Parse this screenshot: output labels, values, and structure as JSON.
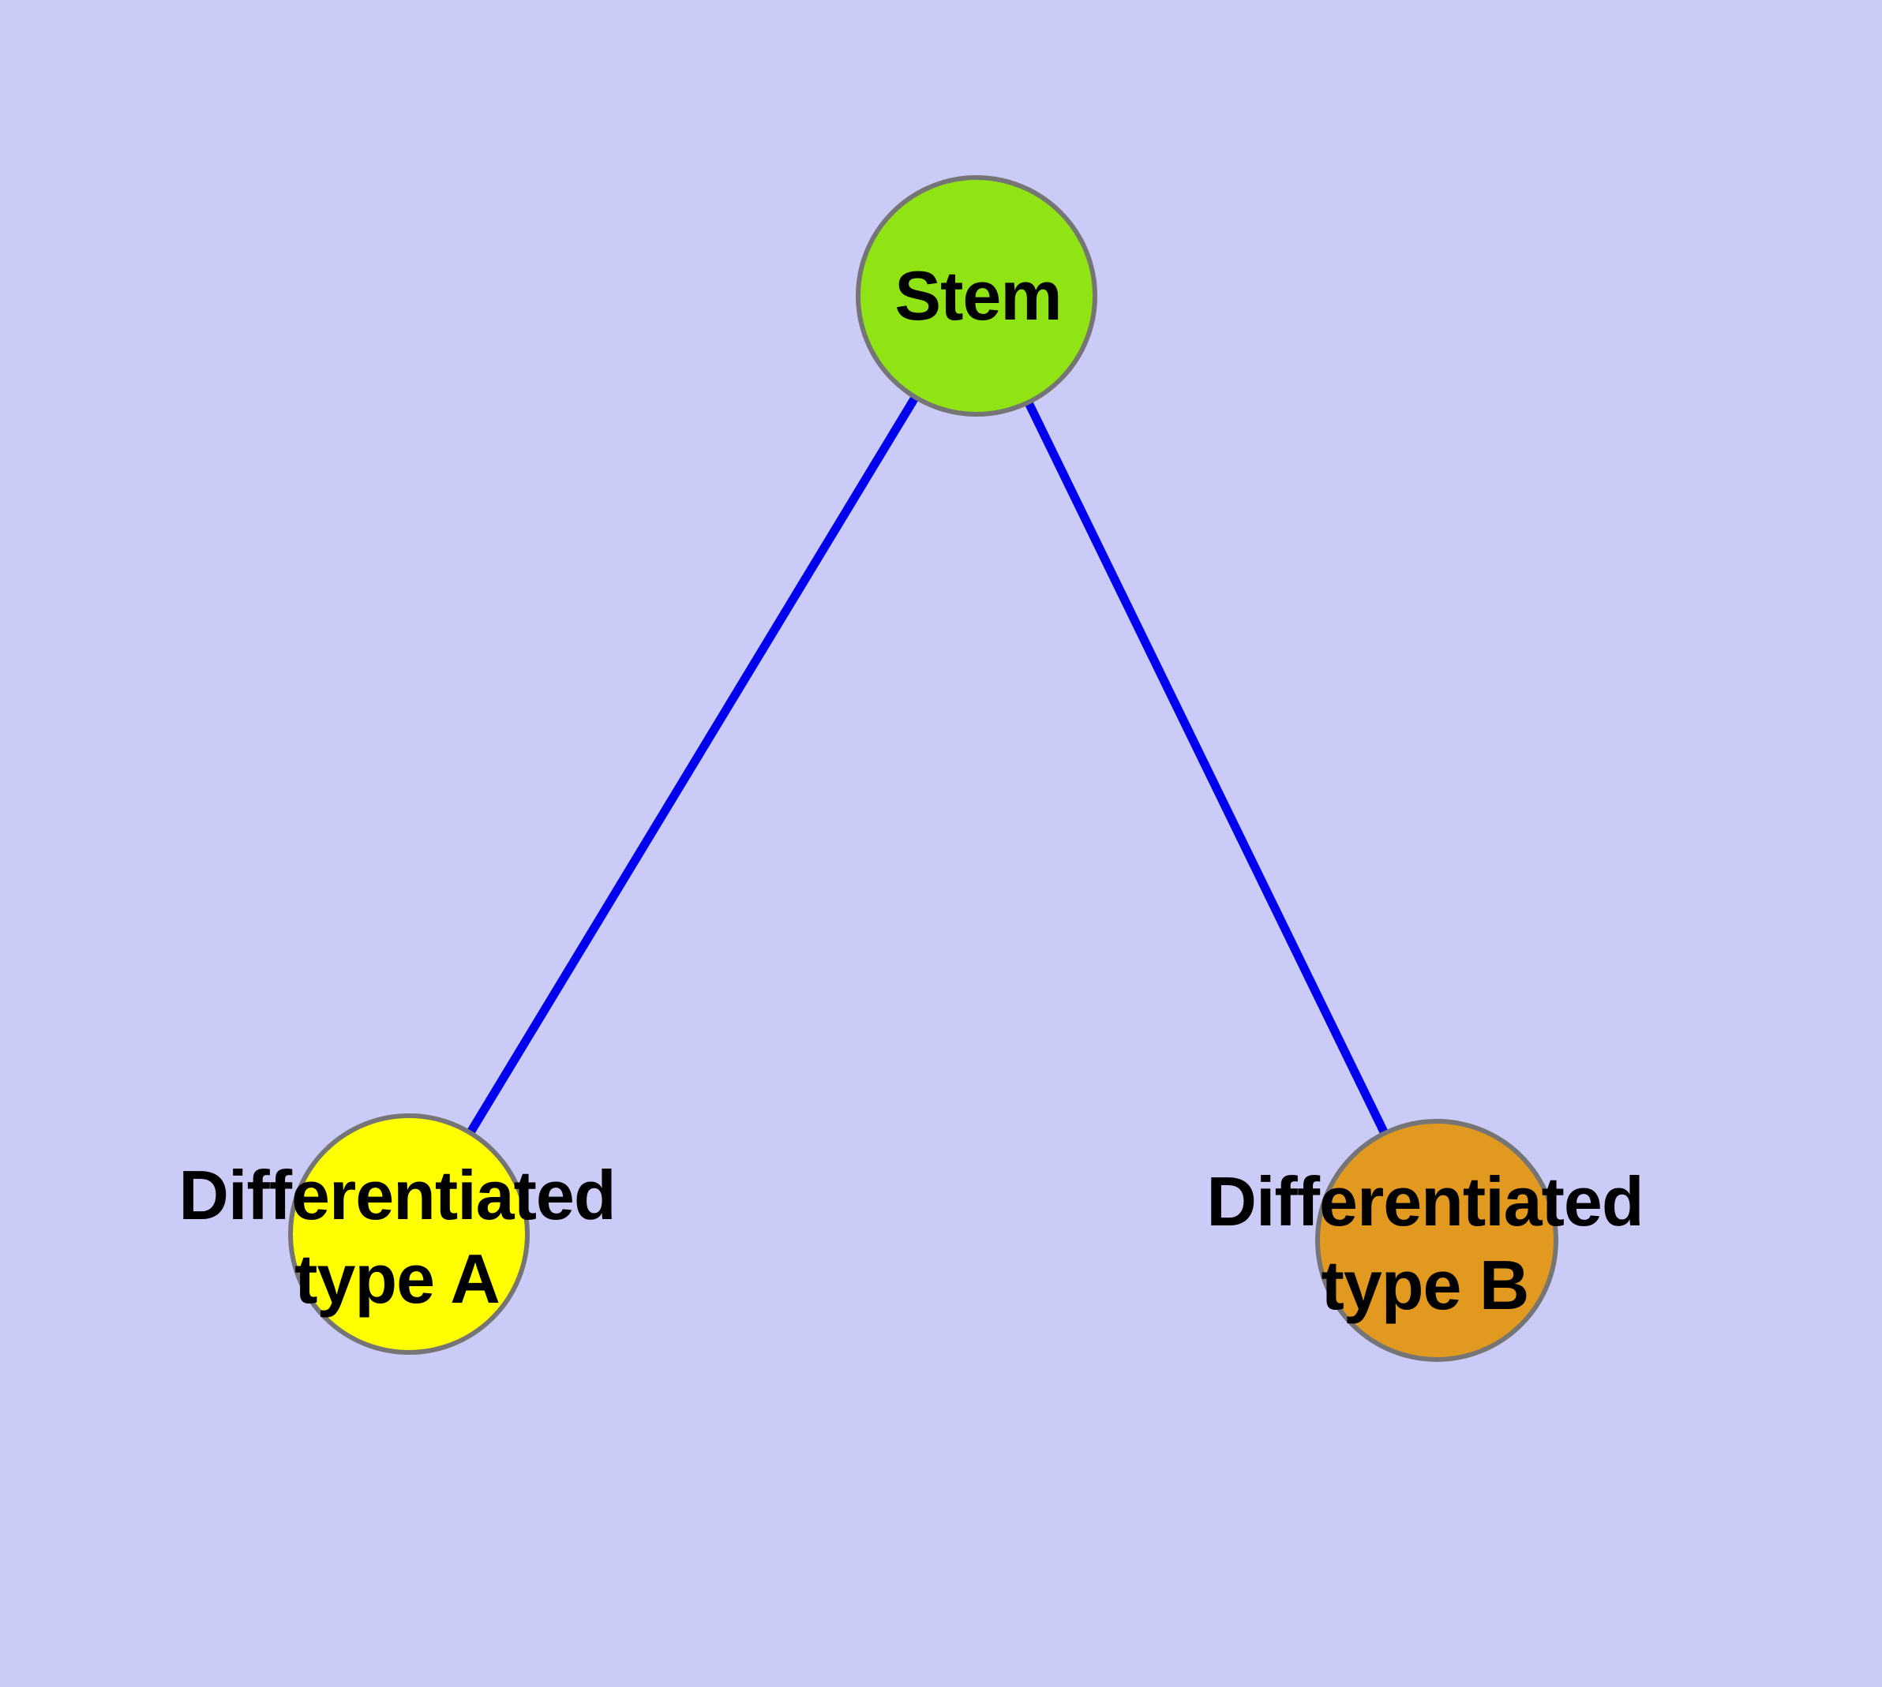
{
  "canvas": {
    "background_color": "#cbcbf7"
  },
  "diagram": {
    "type": "node-link-graph",
    "description": "Stem cell differentiation diagram: one stem node branching into two differentiated cell type nodes",
    "edge_color": "#0000ee",
    "node_border_color": "#757575",
    "label_color": "#000000",
    "nodes": [
      {
        "id": "stem",
        "label": "Stem",
        "fill": "#90e414"
      },
      {
        "id": "typeA",
        "label": "Differentiated\ntype A",
        "fill": "#ffff00"
      },
      {
        "id": "typeB",
        "label": "Differentiated\ntype B",
        "fill": "#e2991f"
      }
    ],
    "edges": [
      {
        "from": "stem",
        "to": "typeA"
      },
      {
        "from": "stem",
        "to": "typeB"
      }
    ]
  }
}
